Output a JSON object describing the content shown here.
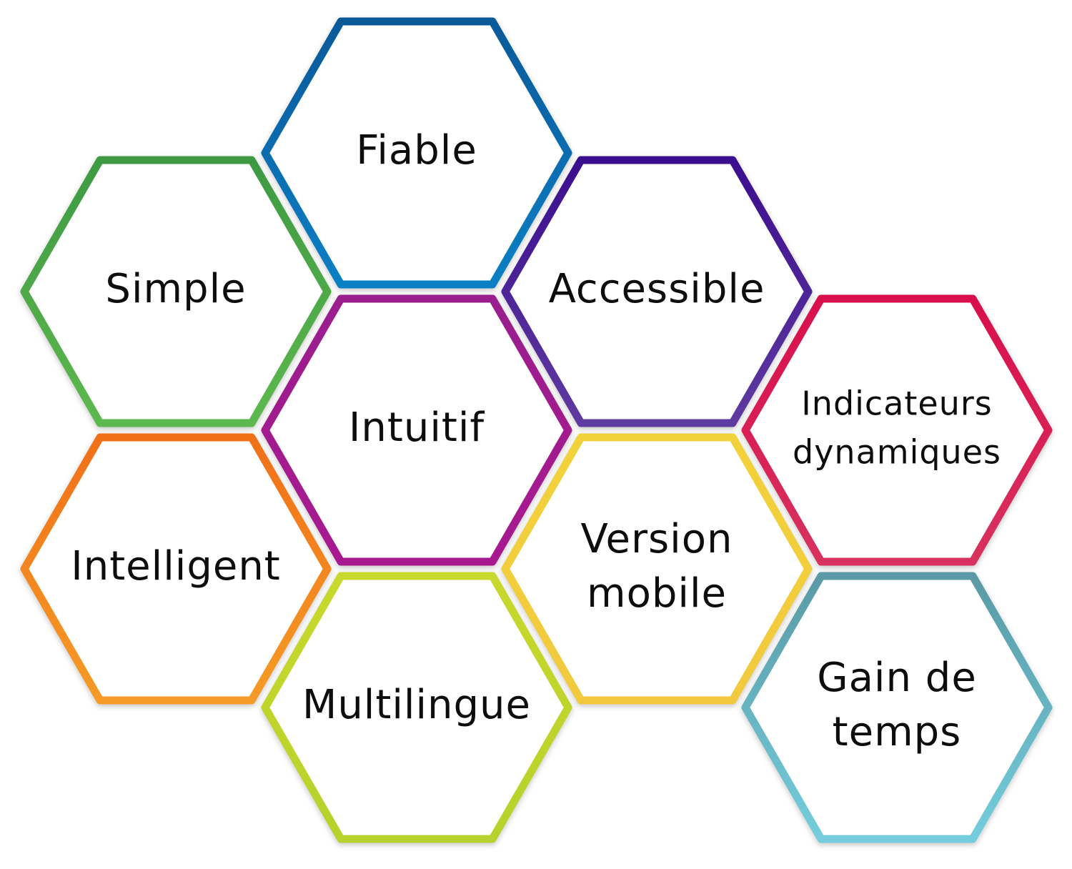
{
  "hexagons": [
    {
      "id": "fiable",
      "lines": [
        "Fiable"
      ],
      "colors": [
        "#0a5a9a",
        "#0b7fc4"
      ]
    },
    {
      "id": "simple",
      "lines": [
        "Simple"
      ],
      "colors": [
        "#3e9a42",
        "#5db84e"
      ]
    },
    {
      "id": "accessible",
      "lines": [
        "Accessible"
      ],
      "colors": [
        "#3b0e8e",
        "#5f3aa0"
      ]
    },
    {
      "id": "intuitif",
      "lines": [
        "Intuitif"
      ],
      "colors": [
        "#9a1e8e",
        "#a8198f"
      ]
    },
    {
      "id": "indicateurs",
      "lines": [
        "Indicateurs",
        "dynamiques"
      ],
      "colors": [
        "#d80f4c",
        "#d8325f"
      ]
    },
    {
      "id": "intelligent",
      "lines": [
        "Intelligent"
      ],
      "colors": [
        "#f07018",
        "#f59b26"
      ]
    },
    {
      "id": "version-mobile",
      "lines": [
        "Version",
        "mobile"
      ],
      "colors": [
        "#f2d23a",
        "#f2c93e"
      ]
    },
    {
      "id": "multilingue",
      "lines": [
        "Multilingue"
      ],
      "colors": [
        "#c8d82c",
        "#b7d22c"
      ]
    },
    {
      "id": "gain-de-temps",
      "lines": [
        "Gain de",
        "temps"
      ],
      "colors": [
        "#5a9aa6",
        "#74cddc"
      ]
    }
  ]
}
